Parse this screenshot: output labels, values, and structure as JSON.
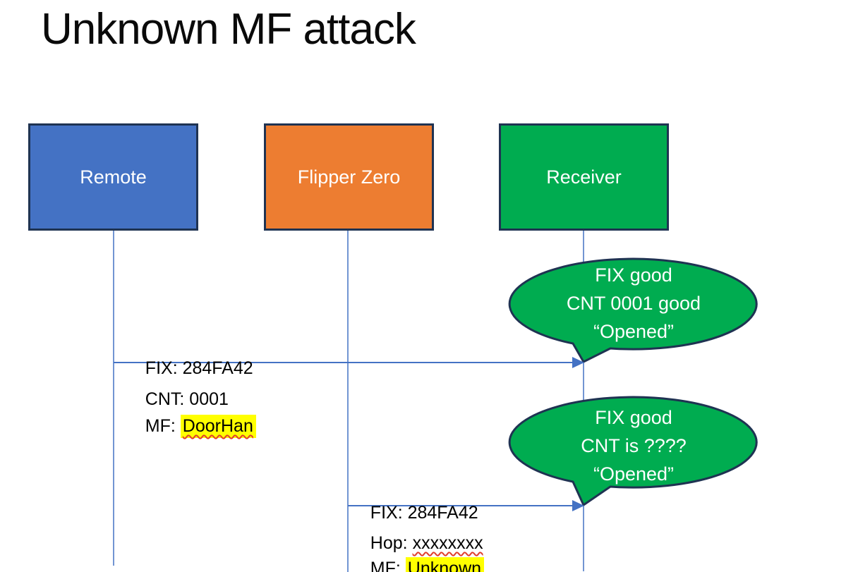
{
  "slide": {
    "title": "Unknown MF attack"
  },
  "colors": {
    "remote_fill": "#4472c4",
    "flipper_fill": "#ed7d31",
    "receiver_fill": "#00ac50",
    "shape_border": "#1f3352",
    "line_blue": "#4472c4",
    "highlight_yellow": "#ffff00",
    "squiggle_red": "#e03e2d",
    "bubble_fill": "#00ac50",
    "text_white": "#ffffff",
    "text_black": "#000000"
  },
  "actors": [
    {
      "label": "Remote"
    },
    {
      "label": "Flipper Zero"
    },
    {
      "label": "Receiver"
    }
  ],
  "messages": [
    {
      "from": "Remote",
      "to": "Receiver",
      "lines": [
        {
          "text": "FIX: 284FA42"
        },
        {
          "text": "CNT: 0001"
        },
        {
          "prefix": "MF: ",
          "value": "DoorHan",
          "highlight": true,
          "spellcheck_squiggle": true
        }
      ]
    },
    {
      "from": "Flipper Zero",
      "to": "Receiver",
      "lines": [
        {
          "text": "FIX: 284FA42"
        },
        {
          "prefix": "Hop: ",
          "value": "xxxxxxxx",
          "highlight": false,
          "spellcheck_squiggle": true
        },
        {
          "prefix": "MF: ",
          "value": "Unknown",
          "highlight": true,
          "spellcheck_squiggle": false
        }
      ]
    }
  ],
  "callouts": [
    {
      "speaker": "Receiver",
      "lines": [
        "FIX good",
        "CNT 0001 good",
        "“Opened”"
      ]
    },
    {
      "speaker": "Receiver",
      "lines": [
        "FIX good",
        "CNT is ????",
        "“Opened”"
      ]
    }
  ]
}
